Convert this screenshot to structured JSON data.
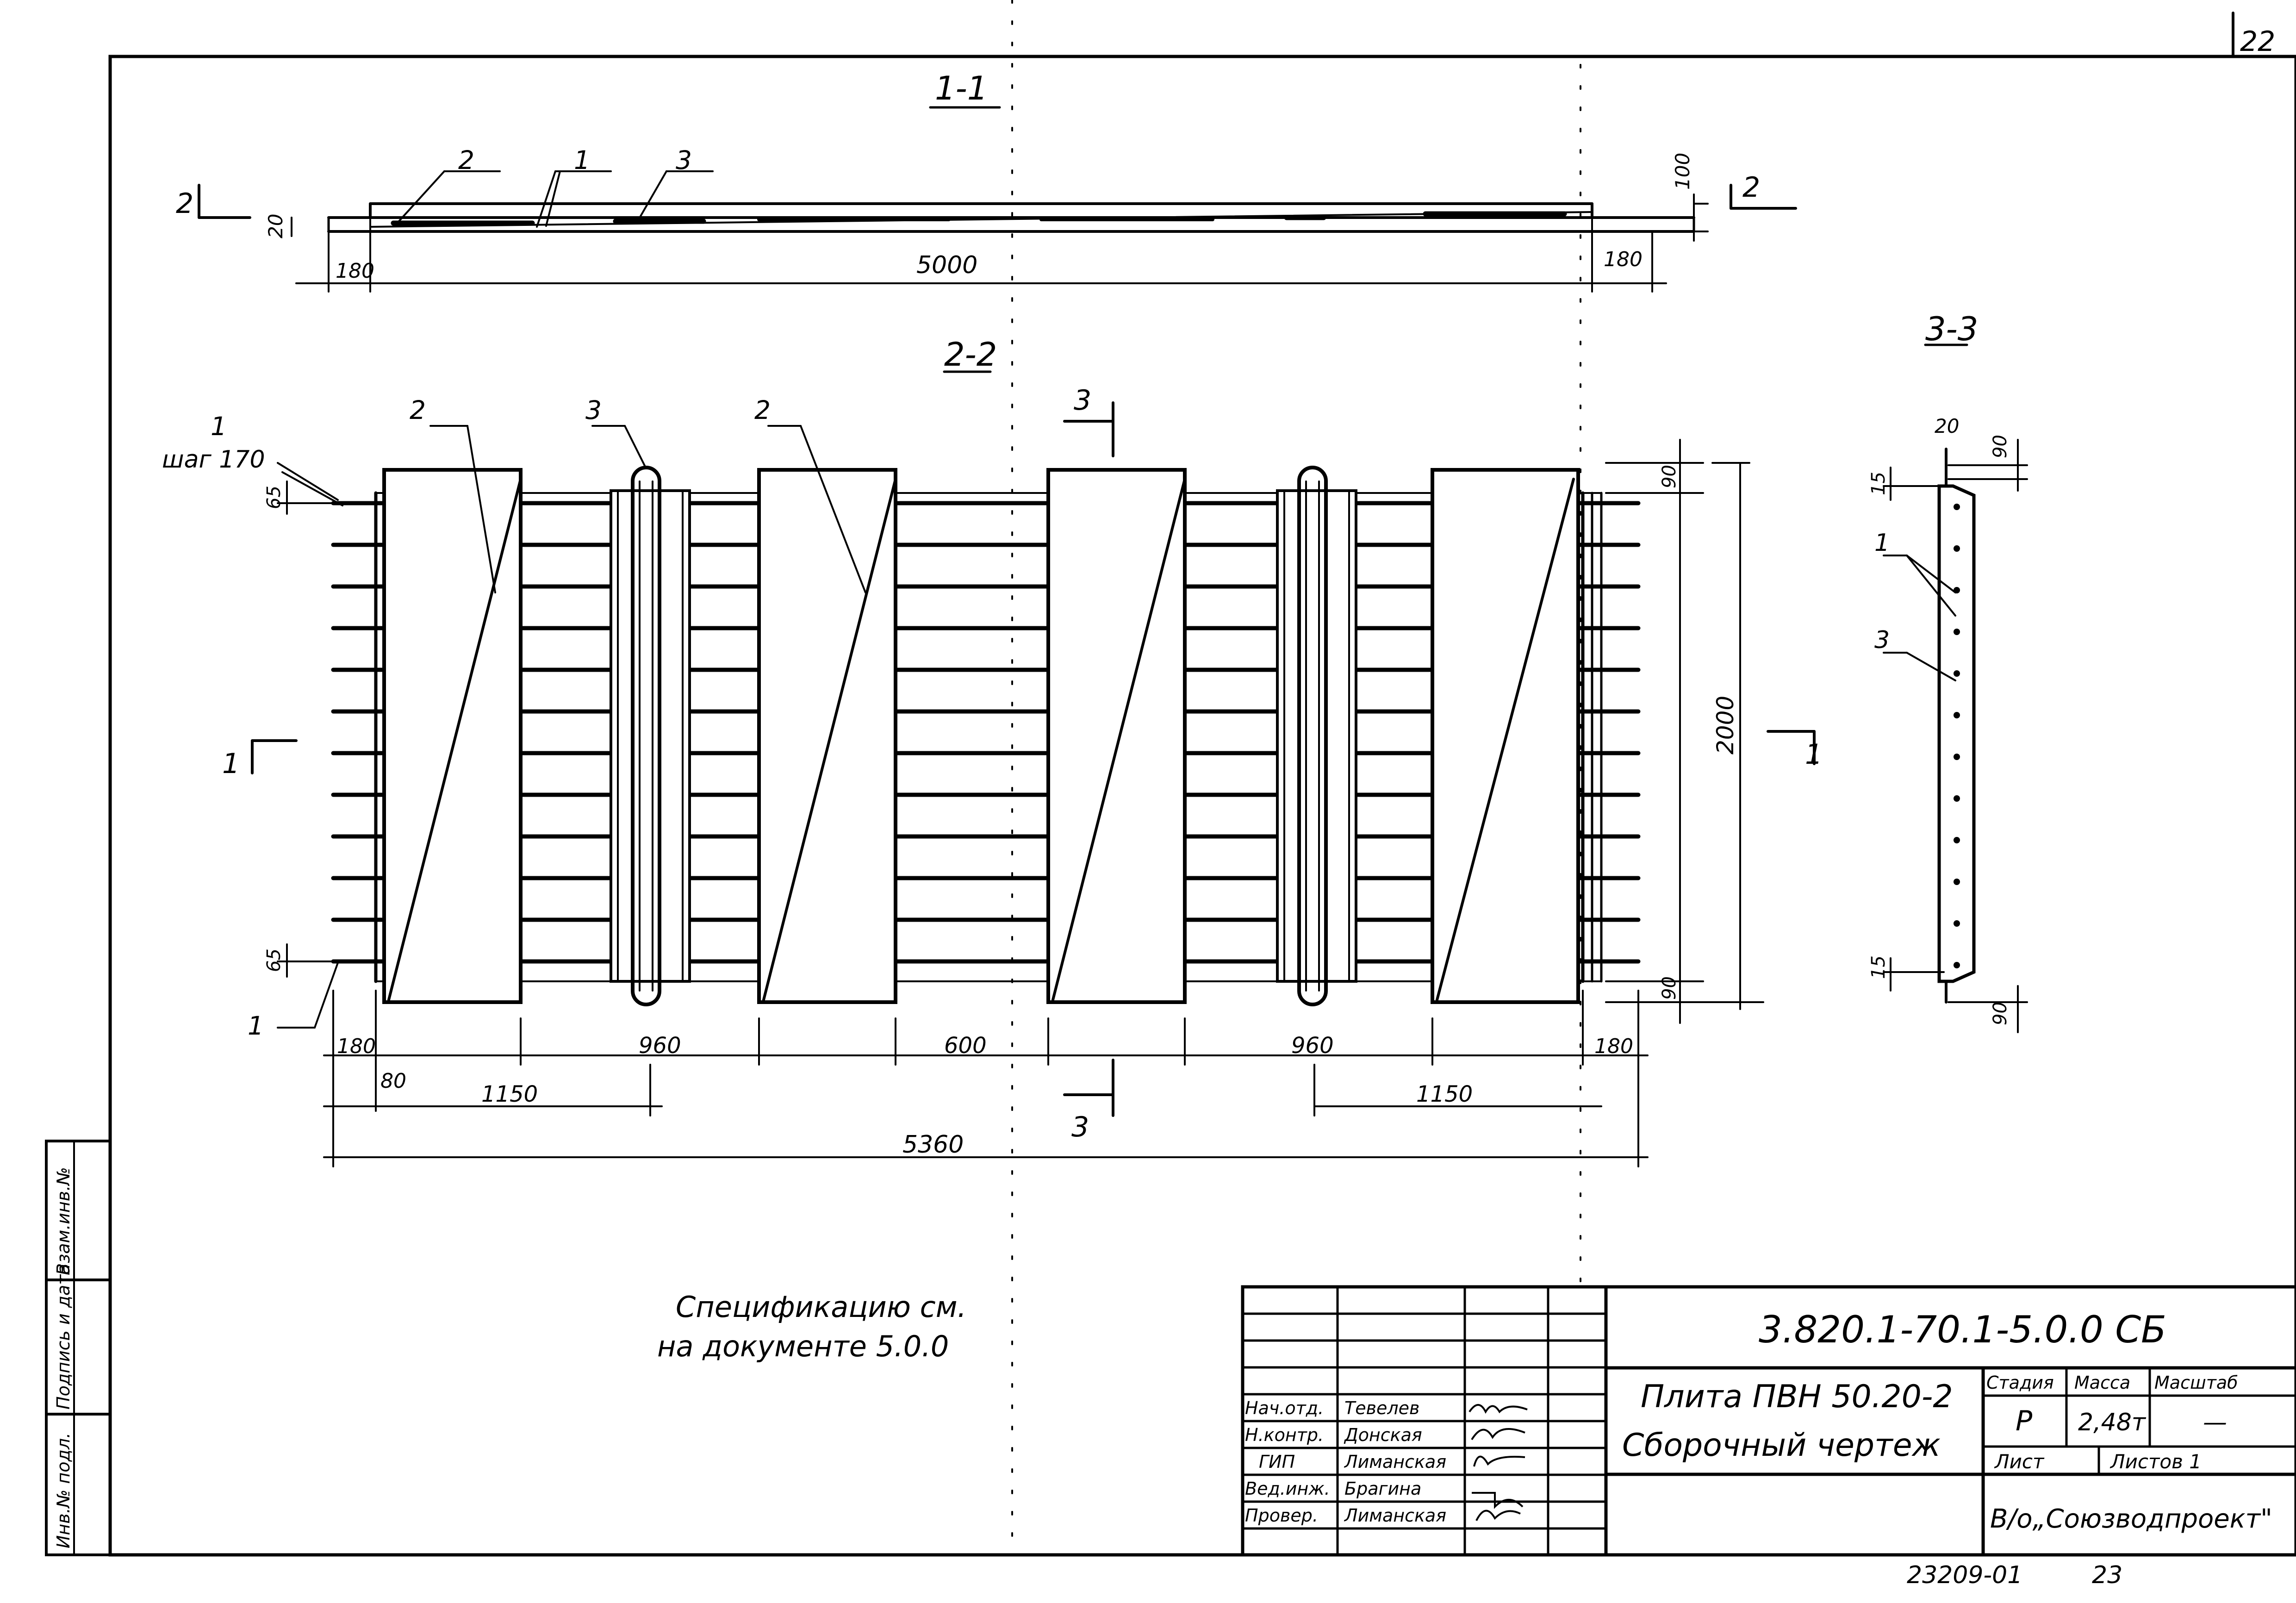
{
  "sheet_number": "22",
  "sections": {
    "s11": "1-1",
    "s22": "2-2",
    "s33": "3-3"
  },
  "marks": {
    "cut2_left": "2",
    "cut2_right": "2",
    "cut1_left": "1",
    "cut1_right": "1",
    "cut3_top": "3",
    "cut3_bottom": "3"
  },
  "section_11": {
    "pos_2": "2",
    "pos_1": "1",
    "pos_3": "3",
    "dim_20": "20",
    "dim_100": "100",
    "dim_180_left": "180",
    "dim_5000": "5000",
    "dim_180_right": "180"
  },
  "section_22": {
    "pos_1_top": "1",
    "step_label": "шаг 170",
    "pos_2_a": "2",
    "pos_3_a": "3",
    "pos_2_b": "2",
    "pos_1_bottom": "1",
    "dim_65_top": "65",
    "dim_65_bottom": "65",
    "dim_90_top": "90",
    "dim_90_bottom": "90",
    "dim_2000": "2000",
    "dim_180_left": "180",
    "dim_80": "80",
    "dim_960_left": "960",
    "dim_600": "600",
    "dim_960_right": "960",
    "dim_180_right": "180",
    "dim_1150_left": "1150",
    "dim_1150_right": "1150",
    "dim_5360": "5360"
  },
  "section_33": {
    "dim_20": "20",
    "dim_90_top": "90",
    "dim_15_top": "15",
    "pos_1": "1",
    "pos_3": "3",
    "dim_15_bottom": "15",
    "dim_90_bottom": "90"
  },
  "note": {
    "line1": "Спецификацию  см.",
    "line2": "на документе  5.0.0"
  },
  "title_block": {
    "code": "3.820.1-70.1-5.0.0 СБ",
    "title_line1": "Плита  ПВН 50.20-2",
    "title_line2": "Сборочный  чертеж",
    "stage_header": "Стадия",
    "mass_header": "Масса",
    "scale_header": "Масштаб",
    "stage": "Р",
    "mass": "2,48т",
    "scale": "—",
    "sheet_label": "Лист",
    "sheets_label": "Листов  1",
    "org": "В/о„Союзводпроект\"",
    "roles": [
      {
        "role": "Нач.отд.",
        "name": "Тевелев"
      },
      {
        "role": "Н.контр.",
        "name": "Донская"
      },
      {
        "role": "ГИП",
        "name": "Лиманская"
      },
      {
        "role": "Вед.инж.",
        "name": "Брагина"
      },
      {
        "role": "Провер.",
        "name": "Лиманская"
      }
    ]
  },
  "left_strip": {
    "cell1": "Взам.инв.№",
    "cell2": "Подпись и дата",
    "cell3": "Инв.№ подл."
  },
  "footer": {
    "number": "23209-01",
    "page": "23"
  }
}
